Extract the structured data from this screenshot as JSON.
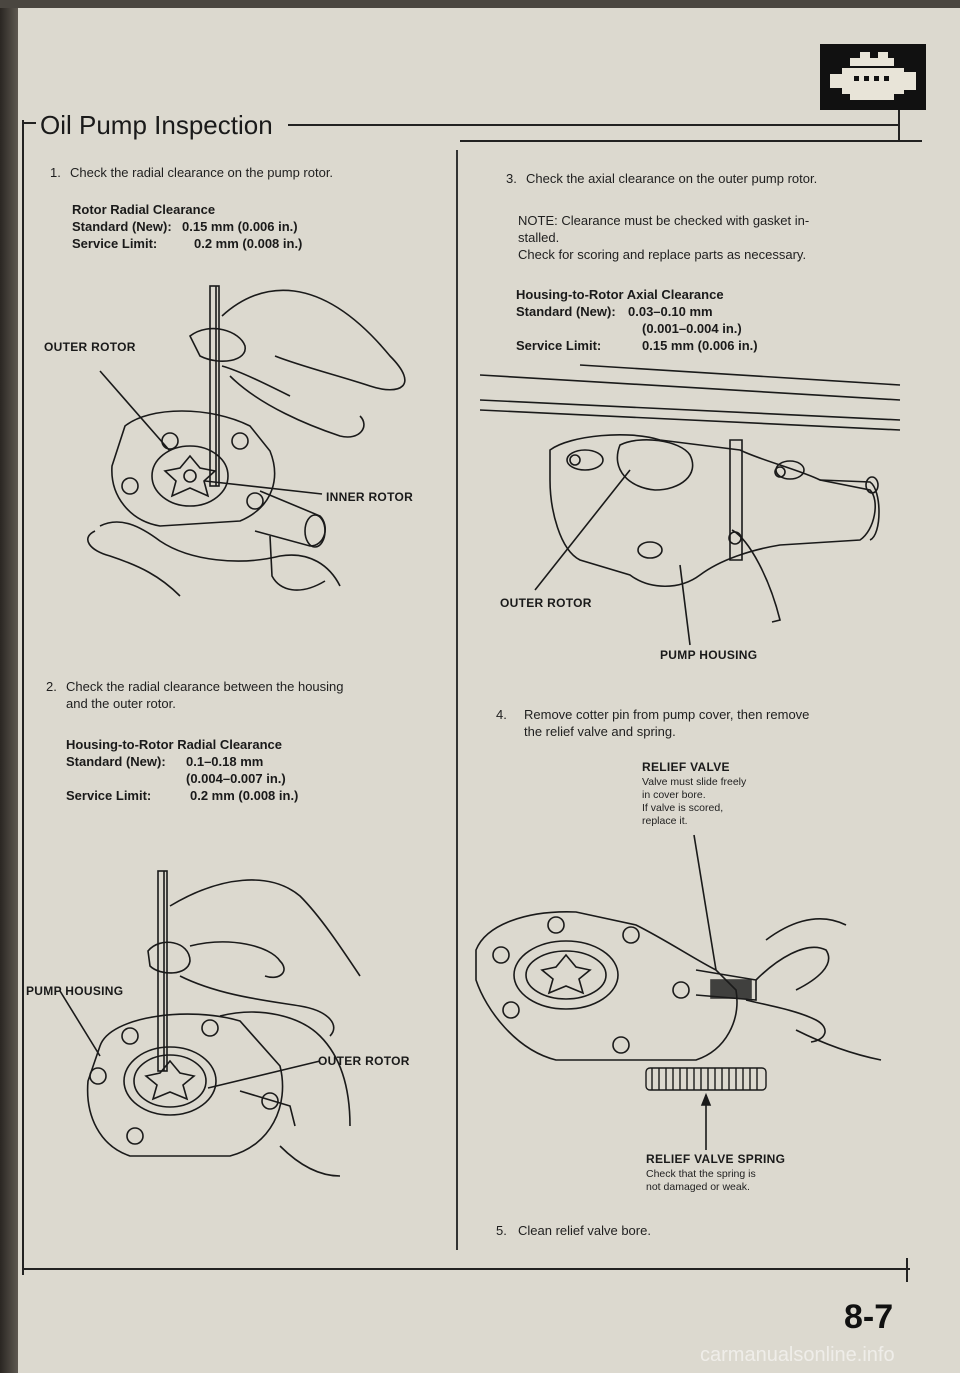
{
  "page": {
    "title": "Oil Pump Inspection",
    "page_number": "8-7",
    "watermark": "carmanualsonline.info",
    "section_icon": "engine-icon"
  },
  "step1": {
    "number": "1.",
    "text": "Check the radial clearance on the pump rotor.",
    "spec_title": "Rotor Radial Clearance",
    "standard_label": "Standard (New):",
    "standard_value": "0.15 mm (0.006 in.)",
    "service_label": "Service Limit:",
    "service_value": "0.2 mm (0.008 in.)",
    "label_outer": "OUTER ROTOR",
    "label_inner": "INNER ROTOR"
  },
  "step2": {
    "number": "2.",
    "text_line1": "Check the radial clearance between the housing",
    "text_line2": "and the outer rotor.",
    "spec_title": "Housing-to-Rotor Radial Clearance",
    "standard_label": "Standard (New):",
    "standard_value_1": "0.1–0.18 mm",
    "standard_value_2": "(0.004–0.007 in.)",
    "service_label": "Service Limit:",
    "service_value": "0.2 mm (0.008 in.)",
    "label_housing": "PUMP HOUSING",
    "label_outer": "OUTER ROTOR"
  },
  "step3": {
    "number": "3.",
    "text": "Check the axial clearance on the outer pump rotor.",
    "note_line1": "NOTE: Clearance must be checked with gasket in-",
    "note_line2": "stalled.",
    "note_line3": "Check for scoring and replace parts as necessary.",
    "spec_title": "Housing-to-Rotor Axial Clearance",
    "standard_label": "Standard (New):",
    "standard_value_1": "0.03–0.10 mm",
    "standard_value_2": "(0.001–0.004 in.)",
    "service_label": "Service Limit:",
    "service_value": "0.15 mm (0.006 in.)",
    "label_outer": "OUTER ROTOR",
    "label_housing": "PUMP HOUSING"
  },
  "step4": {
    "number": "4.",
    "text_line1": "Remove cotter pin from pump cover, then remove",
    "text_line2": "the relief valve and spring.",
    "valve_title": "RELIEF VALVE",
    "valve_note_1": "Valve must slide freely",
    "valve_note_2": "in cover bore.",
    "valve_note_3": "If valve is scored,",
    "valve_note_4": "replace it.",
    "spring_title": "RELIEF VALVE SPRING",
    "spring_note_1": "Check that the spring is",
    "spring_note_2": "not damaged or weak."
  },
  "step5": {
    "number": "5.",
    "text": "Clean relief valve bore."
  }
}
